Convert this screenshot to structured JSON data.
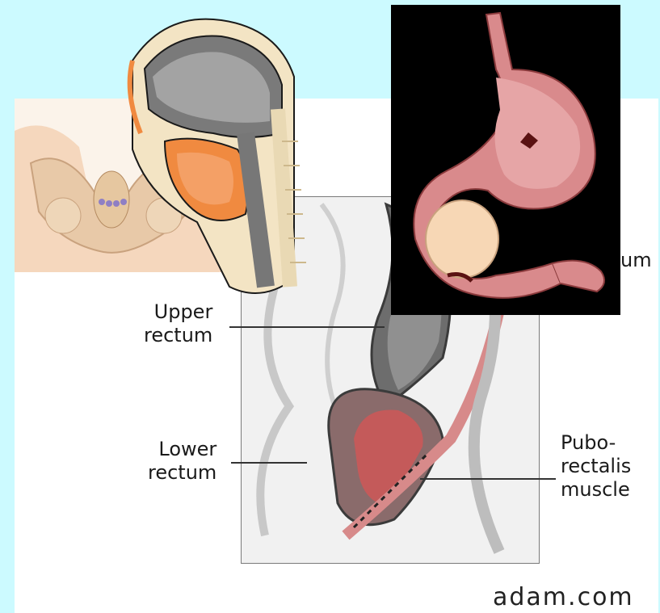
{
  "labels": {
    "upper_rectum": "Upper\nrectum",
    "lower_rectum": "Lower\nrectum",
    "puborectalis": "Pubo-\nrectalis\nmuscle",
    "partial_label": "um"
  },
  "watermark": "adam.com",
  "colors": {
    "background": "#ccfaff",
    "panel": "#ffffff",
    "stomach_bg": "#000000",
    "stomach_tissue": "#d98a8c",
    "head_bone": "#f08a40",
    "head_gray": "#7a7a7a"
  },
  "illustrations": [
    "pelvis-illustration",
    "head-sagittal-illustration",
    "stomach-illustration",
    "rectum-cross-section-illustration"
  ]
}
